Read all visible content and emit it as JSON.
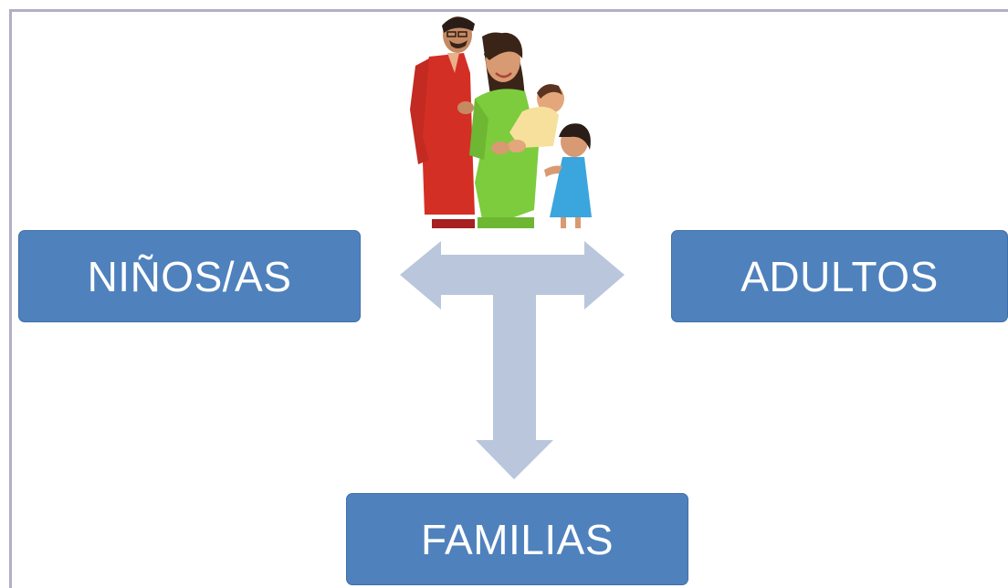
{
  "diagram": {
    "nodes": {
      "left": "NIÑOS/AS",
      "right": "ADULTOS",
      "bottom": "FAMILIAS"
    },
    "center_image": "family-illustration",
    "colors": {
      "box_fill": "#4f81bd",
      "box_text": "#ffffff",
      "arrow_fill": "#b9c6dc",
      "frame_border": "#b3aec8"
    }
  }
}
